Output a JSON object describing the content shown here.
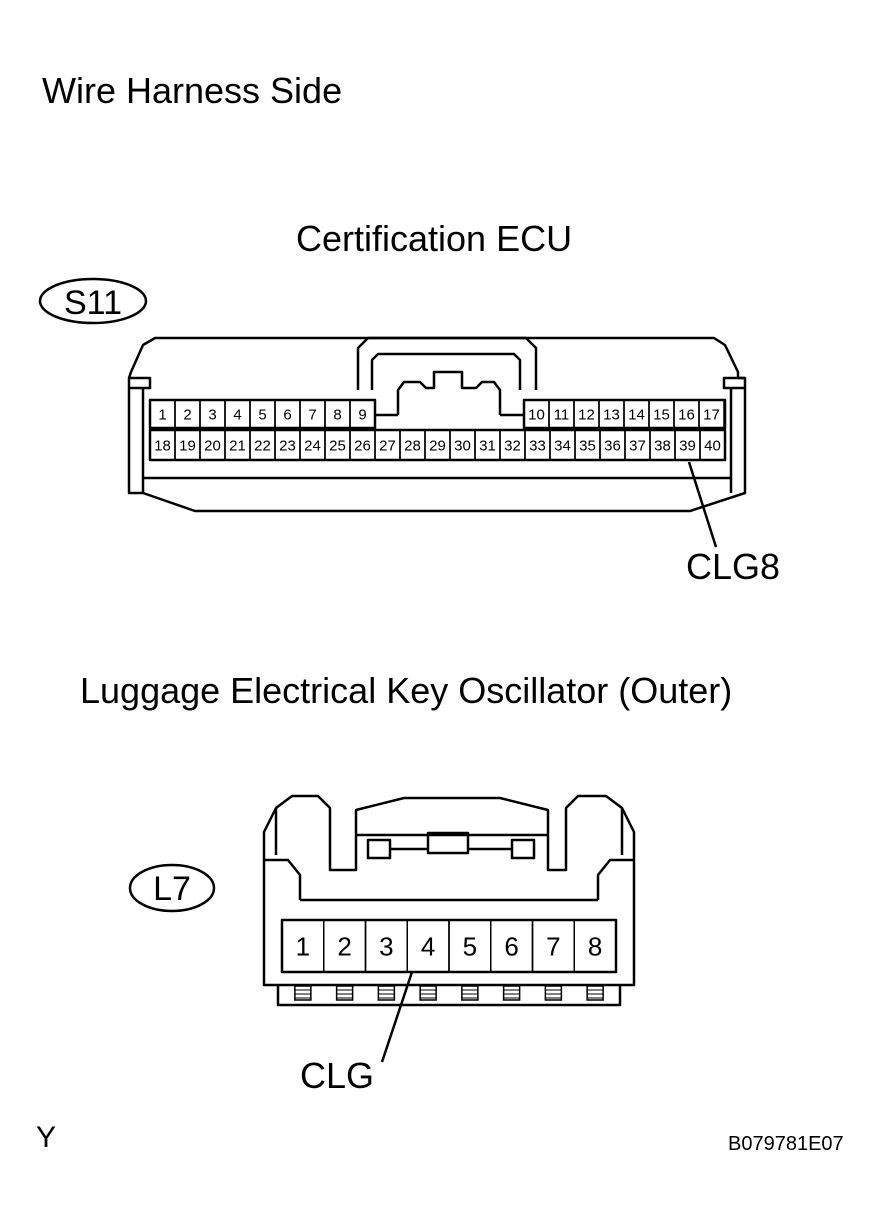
{
  "heading": "Wire Harness Side",
  "connectors": [
    {
      "title": "Certification ECU",
      "code": "S11",
      "pins_top": [
        "1",
        "2",
        "3",
        "4",
        "5",
        "6",
        "7",
        "8",
        "9",
        "10",
        "11",
        "12",
        "13",
        "14",
        "15",
        "16",
        "17"
      ],
      "pins_bottom": [
        "18",
        "19",
        "20",
        "21",
        "22",
        "23",
        "24",
        "25",
        "26",
        "27",
        "28",
        "29",
        "30",
        "31",
        "32",
        "33",
        "34",
        "35",
        "36",
        "37",
        "38",
        "39",
        "40"
      ],
      "callout": {
        "label": "CLG8",
        "pin": "39"
      }
    },
    {
      "title": "Luggage Electrical Key Oscillator (Outer)",
      "code": "L7",
      "pins": [
        "1",
        "2",
        "3",
        "4",
        "5",
        "6",
        "7",
        "8"
      ],
      "callout": {
        "label": "CLG",
        "pin": "4"
      }
    }
  ],
  "corner_letter": "Y",
  "figure_code": "B079781E07"
}
